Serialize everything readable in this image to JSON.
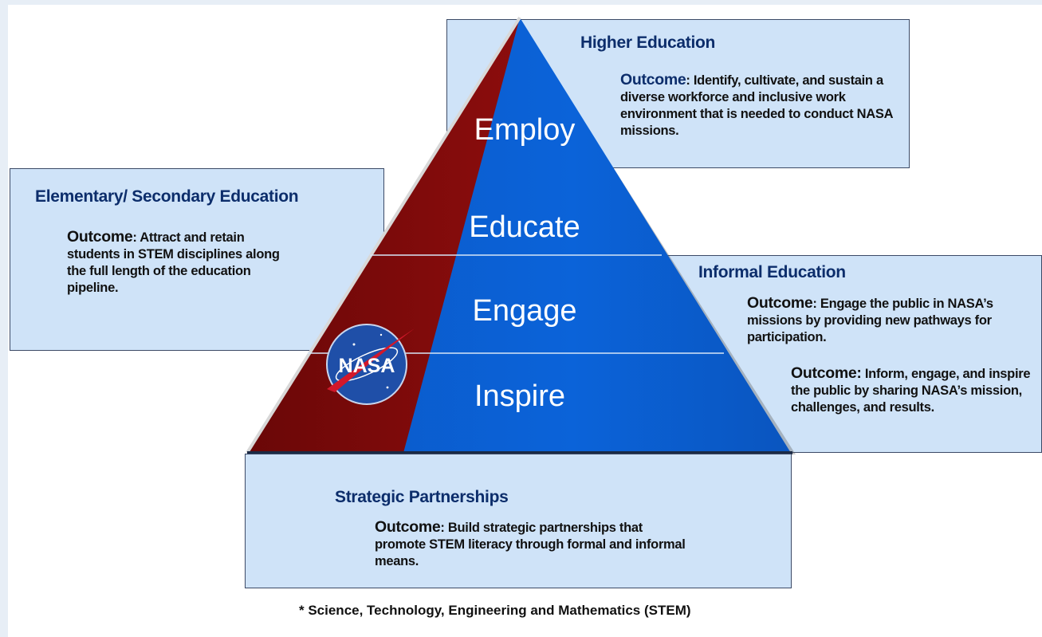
{
  "higher_education": {
    "title": "Higher Education",
    "outcome_label": "Outcome",
    "outcome_text": ": Identify, cultivate, and sustain a diverse workforce and inclusive work environment that is needed to conduct NASA missions."
  },
  "elementary_secondary": {
    "title": "Elementary/ Secondary Education",
    "outcome_label": "Outcome",
    "outcome_text": ": Attract and retain students in STEM disciplines along the full length of the education pipeline."
  },
  "informal_education": {
    "title": "Informal Education",
    "outcome1_label": "Outcome",
    "outcome1_text": ": Engage the public in NASA’s missions by providing new pathways for participation.",
    "outcome2_label": "Outcome:",
    "outcome2_text": " Inform, engage, and inspire the public by sharing NASA’s mission, challenges, and results."
  },
  "strategic_partnerships": {
    "title": "Strategic Partnerships",
    "outcome_label": "Outcome",
    "outcome_text": ": Build strategic partnerships that promote STEM literacy through formal and informal means."
  },
  "pyramid": {
    "tiers": [
      "Employ",
      "Educate",
      "Engage",
      "Inspire"
    ]
  },
  "logo_text": "NASA",
  "footnote": "*  Science, Technology, Engineering and Mathematics (STEM)",
  "colors": {
    "box_fill": "#cfe3f8",
    "pyramid_blue": "#0a5ccf",
    "pyramid_red": "#7d0a0a",
    "title_navy": "#0c2d6b"
  }
}
